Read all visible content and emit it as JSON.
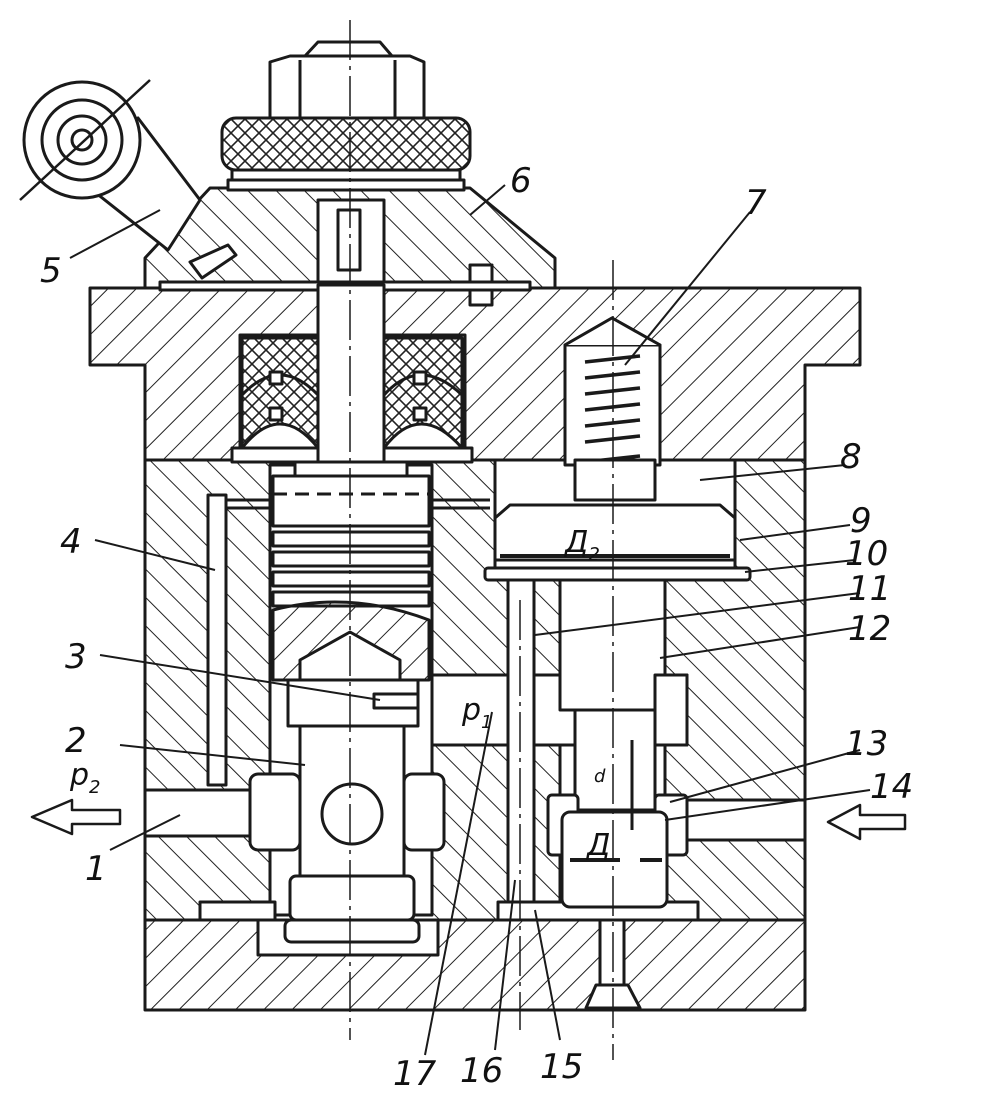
{
  "diagram": {
    "part_labels": [
      "1",
      "2",
      "3",
      "4",
      "5",
      "6",
      "7",
      "8",
      "9",
      "10",
      "11",
      "12",
      "13",
      "14",
      "15",
      "16",
      "17"
    ],
    "symbols": {
      "p1": {
        "main": "p",
        "sub": "1"
      },
      "p2": {
        "main": "p",
        "sub": "2"
      },
      "D2": {
        "main": "Д",
        "sub": "2"
      },
      "D": {
        "main": "Д"
      },
      "d": {
        "main": "d"
      }
    },
    "colors": {
      "ink": "#1a1a1a",
      "paper": "#ffffff",
      "fill": "#f7f7f5"
    }
  }
}
